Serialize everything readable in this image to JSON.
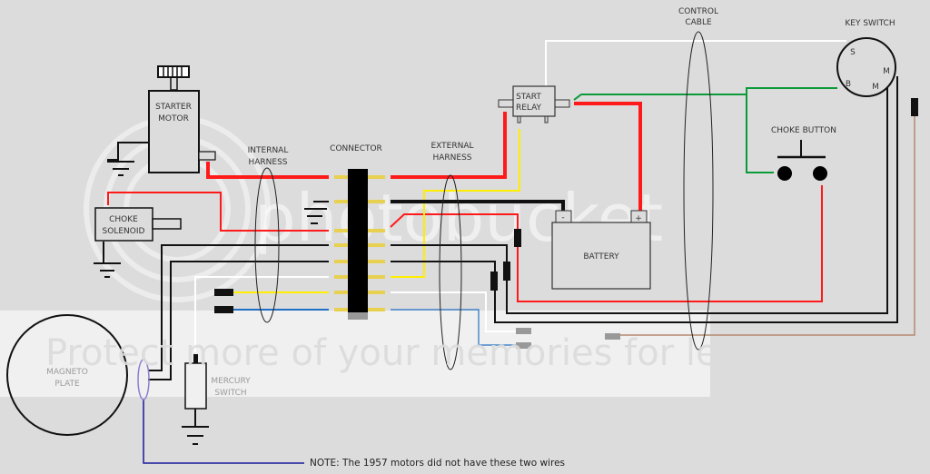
{
  "diagram": {
    "type": "wiring-diagram",
    "components": {
      "starter_motor": {
        "label_line1": "STARTER",
        "label_line2": "MOTOR"
      },
      "choke_solenoid": {
        "label_line1": "CHOKE",
        "label_line2": "SOLENOID"
      },
      "internal_harness": {
        "label_line1": "INTERNAL",
        "label_line2": "HARNESS"
      },
      "connector": {
        "label": "CONNECTOR"
      },
      "external_harness": {
        "label_line1": "EXTERNAL",
        "label_line2": "HARNESS"
      },
      "start_relay": {
        "label_line1": "START",
        "label_line2": "RELAY"
      },
      "control_cable": {
        "label_line1": "CONTROL",
        "label_line2": "CABLE"
      },
      "key_switch": {
        "label": "KEY SWITCH",
        "terminals": [
          "S",
          "B",
          "M",
          "M"
        ]
      },
      "choke_button": {
        "label": "CHOKE BUTTON"
      },
      "battery": {
        "label": "BATTERY",
        "neg": "-",
        "pos": "+"
      },
      "magneto_plate": {
        "label_line1": "MAGNETO",
        "label_line2": "PLATE"
      },
      "mercury_switch": {
        "label_line1": "MERCURY",
        "label_line2": "SWITCH"
      }
    },
    "note": "NOTE: The 1957 motors did not have these two wires",
    "wire_colors": {
      "red": "#ff1a1a",
      "yellow": "#ffee00",
      "black": "#111111",
      "white": "#ffffff",
      "blue": "#1f6fc4",
      "green": "#0a9a3a",
      "brown": "#b58a70",
      "navy": "#1a1a9a",
      "purple": "#8a80d0",
      "gray": "#999999"
    }
  },
  "watermark": {
    "brand": "photobucket",
    "banner": "Protect more of your memories for less!"
  }
}
